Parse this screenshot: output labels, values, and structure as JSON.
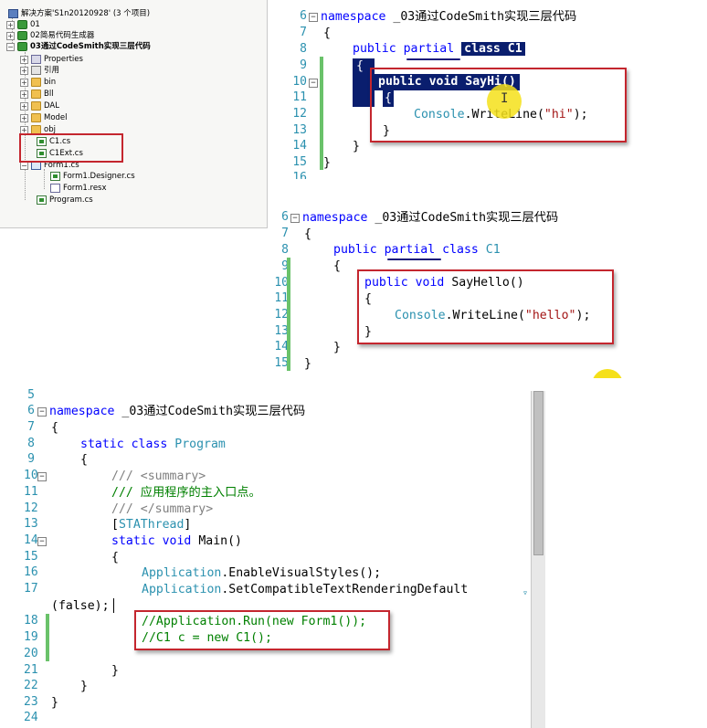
{
  "solution_explorer": {
    "items": [
      {
        "label": "解决方案'S1n20120928'  (3 个项目)",
        "icon": "solution-icon",
        "expander": "",
        "bold": false
      },
      {
        "label": "01",
        "icon": "project-icon",
        "expander": "+",
        "bold": false
      },
      {
        "label": "02简易代码生成器",
        "icon": "project-icon",
        "expander": "+",
        "bold": false
      },
      {
        "label": "03通过CodeSmith实现三层代码",
        "icon": "project-icon",
        "expander": "−",
        "bold": true
      },
      {
        "label": "Properties",
        "icon": "properties-icon",
        "expander": "+",
        "bold": false
      },
      {
        "label": "引用",
        "icon": "references-icon",
        "expander": "+",
        "bold": false
      },
      {
        "label": "bin",
        "icon": "folder-icon",
        "expander": "+",
        "bold": false
      },
      {
        "label": "Bll",
        "icon": "folder-icon",
        "expander": "+",
        "bold": false
      },
      {
        "label": "DAL",
        "icon": "folder-icon",
        "expander": "+",
        "bold": false
      },
      {
        "label": "Model",
        "icon": "folder-icon",
        "expander": "+",
        "bold": false
      },
      {
        "label": "obj",
        "icon": "folder-icon",
        "expander": "+",
        "bold": false
      },
      {
        "label": "C1.cs",
        "icon": "cs-file-icon",
        "expander": "",
        "bold": false
      },
      {
        "label": "C1Ext.cs",
        "icon": "cs-file-icon",
        "expander": "",
        "bold": false
      },
      {
        "label": "Form1.cs",
        "icon": "form-icon",
        "expander": "−",
        "bold": false
      },
      {
        "label": "Form1.Designer.cs",
        "icon": "cs-file-icon",
        "expander": "",
        "bold": false
      },
      {
        "label": "Form1.resx",
        "icon": "resx-icon",
        "expander": "",
        "bold": false
      },
      {
        "label": "Program.cs",
        "icon": "cs-file-icon",
        "expander": "",
        "bold": false
      }
    ]
  },
  "pane1": {
    "line_numbers": [
      "6",
      "7",
      "8",
      "9",
      "10",
      "11",
      "12",
      "13",
      "14",
      "15",
      "16"
    ],
    "kw_namespace": "namespace",
    "ns_name": " _03通过CodeSmith实现三层代码",
    "brace_open": "{",
    "brace_close": "}",
    "kw_public": "public",
    "kw_partial": "partial",
    "kw_class_c1": "class C1",
    "method_sig": "public void SayHi()",
    "console": "Console",
    "writeline": ".WriteLine(",
    "str_hi": "\"hi\"",
    "end": ");"
  },
  "pane2": {
    "line_numbers": [
      "6",
      "7",
      "8",
      "9",
      "10",
      "11",
      "12",
      "13",
      "14",
      "15"
    ],
    "kw_namespace": "namespace",
    "ns_name": " _03通过CodeSmith实现三层代码",
    "brace_open": "{",
    "brace_close": "}",
    "kw_public": "public",
    "kw_partial": "partial",
    "kw_class": "class",
    "class_name": "C1",
    "kw_void": "void",
    "method_name": "SayHello()",
    "console": "Console",
    "writeline": ".WriteLine(",
    "str_hello": "\"hello\"",
    "end": ");"
  },
  "pane3": {
    "line_numbers": [
      "5",
      "6",
      "7",
      "8",
      "9",
      "10",
      "11",
      "12",
      "13",
      "14",
      "15",
      "16",
      "17",
      "18",
      "19",
      "20",
      "21",
      "22",
      "23",
      "24"
    ],
    "kw_namespace": "namespace",
    "ns_name": " _03通过CodeSmith实现三层代码",
    "brace_open": "{",
    "brace_close": "}",
    "kw_static": "static",
    "kw_class": "class",
    "class_name": "Program",
    "doc_slashes": "/// ",
    "summary_open": "<summary>",
    "summary_text": "/// 应用程序的主入口点。",
    "summary_close": "</summary>",
    "attr_open": "[",
    "attr_name": "STAThread",
    "attr_close": "]",
    "kw_void": "void",
    "main": "Main()",
    "application": "Application",
    "enable_visual": ".EnableVisualStyles();",
    "set_compat": ".SetCompatibleTextRenderingDefault",
    "false_line": "(false);",
    "comment_run": "//Application.Run(new Form1());",
    "comment_c1": "//C1 c = new C1();"
  },
  "colors": {
    "keyword": "#0000ff",
    "type": "#2b91af",
    "string": "#a31515",
    "comment": "#008000",
    "highlight_box": "#c4262e",
    "selection": "#0a1e6e",
    "cursor_highlight": "#f5e01a"
  }
}
